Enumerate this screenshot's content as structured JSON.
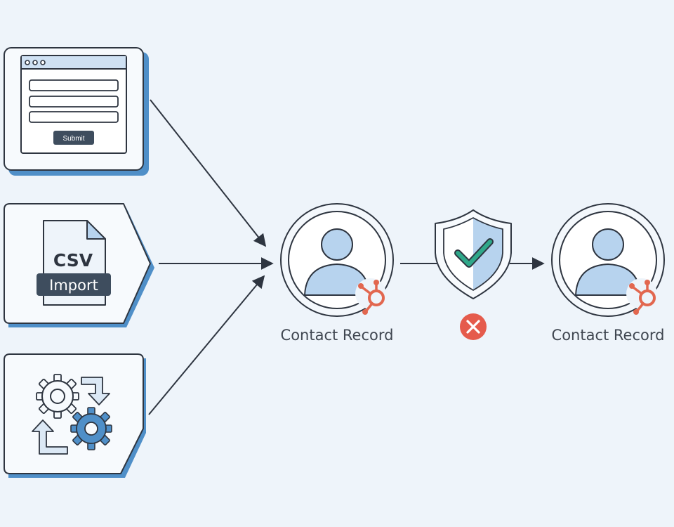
{
  "diagram": {
    "sources": {
      "web_form": {
        "submit_label": "Submit"
      },
      "csv_import": {
        "badge_text": "CSV",
        "label": "Import"
      },
      "automation": {}
    },
    "contact_record_1": {
      "label": "Contact Record"
    },
    "validation": {
      "status": "valid"
    },
    "contact_record_2": {
      "label": "Contact Record"
    }
  },
  "colors": {
    "background": "#eef4fa",
    "accent_blue": "#4f8fc8",
    "avatar_blue": "#b7d3ee",
    "outline": "#2e3540",
    "hubspot_orange": "#e2674f",
    "check_green": "#2fa88a",
    "error_red": "#e55b4c"
  },
  "icons": [
    "browser-form-icon",
    "csv-file-icon",
    "gears-sync-icon",
    "contact-avatar-icon",
    "hubspot-sprocket-icon",
    "shield-check-icon",
    "error-x-icon"
  ]
}
